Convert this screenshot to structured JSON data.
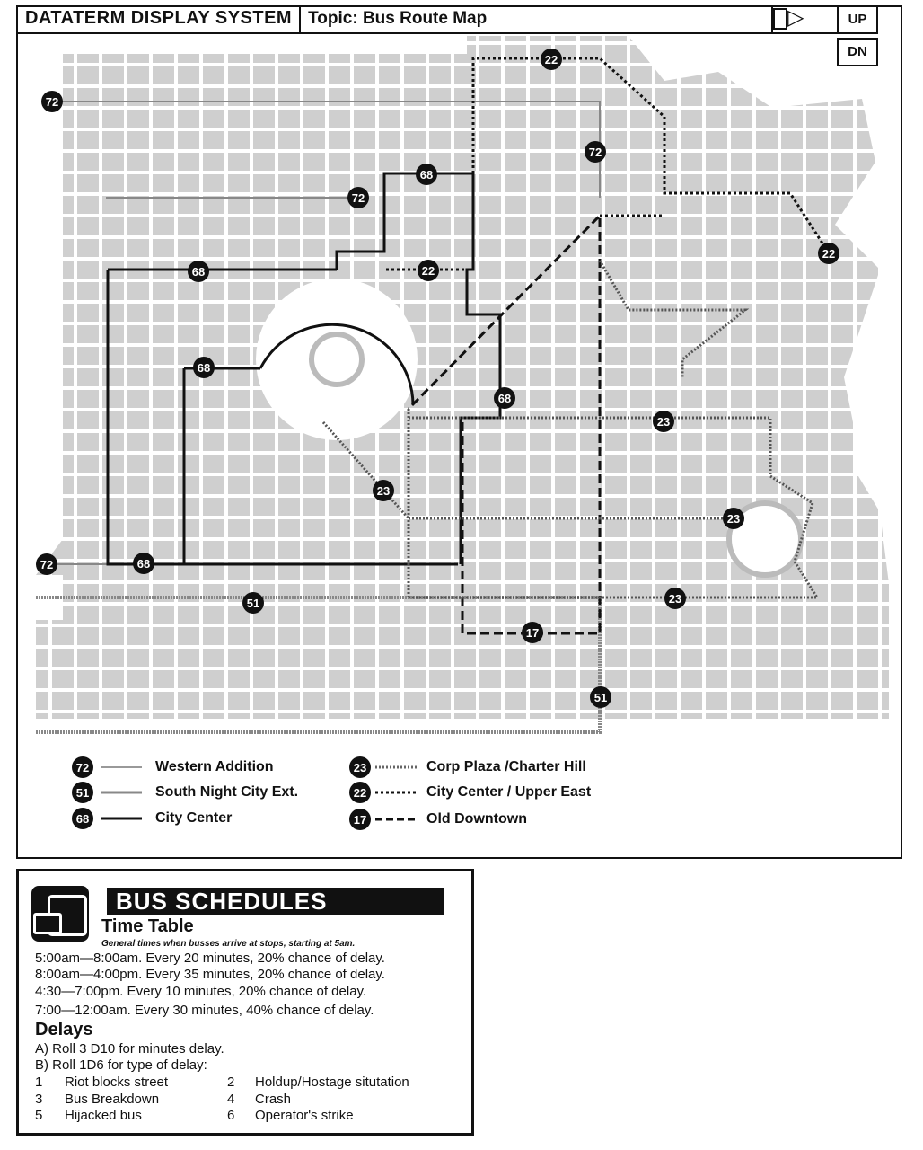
{
  "header": {
    "system": "DATATERM DISPLAY SYSTEM",
    "topic": "Topic: Bus Route Map",
    "up": "UP",
    "down": "DN",
    "arrow": "▷"
  },
  "routes": [
    {
      "number": "72",
      "name": "Western Addition",
      "style": "thin grey"
    },
    {
      "number": "51",
      "name": "South Night City Ext.",
      "style": "double grey"
    },
    {
      "number": "68",
      "name": "City Center",
      "style": "solid"
    },
    {
      "number": "23",
      "name": "Corp Plaza /Charter Hill",
      "style": "grey dotted"
    },
    {
      "number": "22",
      "name": "City Center / Upper East",
      "style": "dotted"
    },
    {
      "number": "17",
      "name": "Old Downtown",
      "style": "dashed"
    }
  ],
  "colors": {
    "ink": "#111111",
    "blocks": "#c8c8c8"
  },
  "schedule": {
    "title": "BUS SCHEDULES",
    "timetable_heading": "Time Table",
    "note": "General times when busses arrive at stops, starting at 5am.",
    "times": [
      "5:00am—8:00am. Every 20 minutes, 20% chance of delay.",
      "8:00am—4:00pm. Every 35 minutes, 20% chance of delay.",
      "4:30—7:00pm. Every 10 minutes, 20% chance of delay.",
      "7:00—12:00am. Every 30 minutes, 40% chance of delay."
    ],
    "delays_heading": "Delays",
    "delay_a": "A) Roll 3 D10 for minutes delay.",
    "delay_b": "B) Roll 1D6 for type of delay:",
    "delay_types": [
      {
        "n": "1",
        "t": "Riot blocks street"
      },
      {
        "n": "2",
        "t": "Holdup/Hostage situtation"
      },
      {
        "n": "3",
        "t": "Bus Breakdown"
      },
      {
        "n": "4",
        "t": "Crash"
      },
      {
        "n": "5",
        "t": "Hijacked bus"
      },
      {
        "n": "6",
        "t": "Operator's strike"
      }
    ]
  }
}
